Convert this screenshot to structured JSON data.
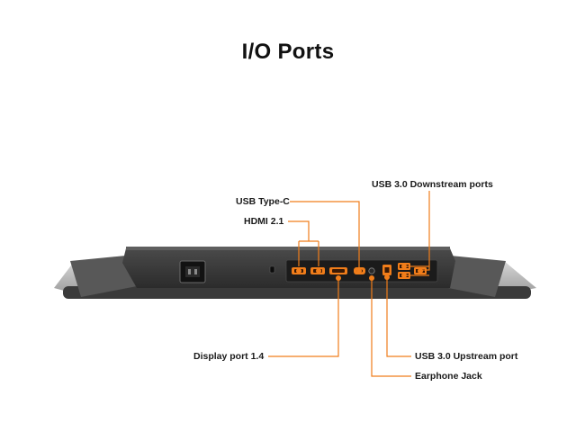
{
  "title": "I/O Ports",
  "accent_color": "#f07d1a",
  "labels": {
    "usb_downstream": "USB 3.0 Downstream ports",
    "usb_type_c": "USB Type-C",
    "hdmi": "HDMI 2.1",
    "display_port": "Display port 1.4",
    "usb_upstream": "USB 3.0 Upstream port",
    "earphone": "Earphone Jack"
  },
  "icons": {
    "power": "power-inlet-icon",
    "lock": "kensington-lock-icon"
  }
}
